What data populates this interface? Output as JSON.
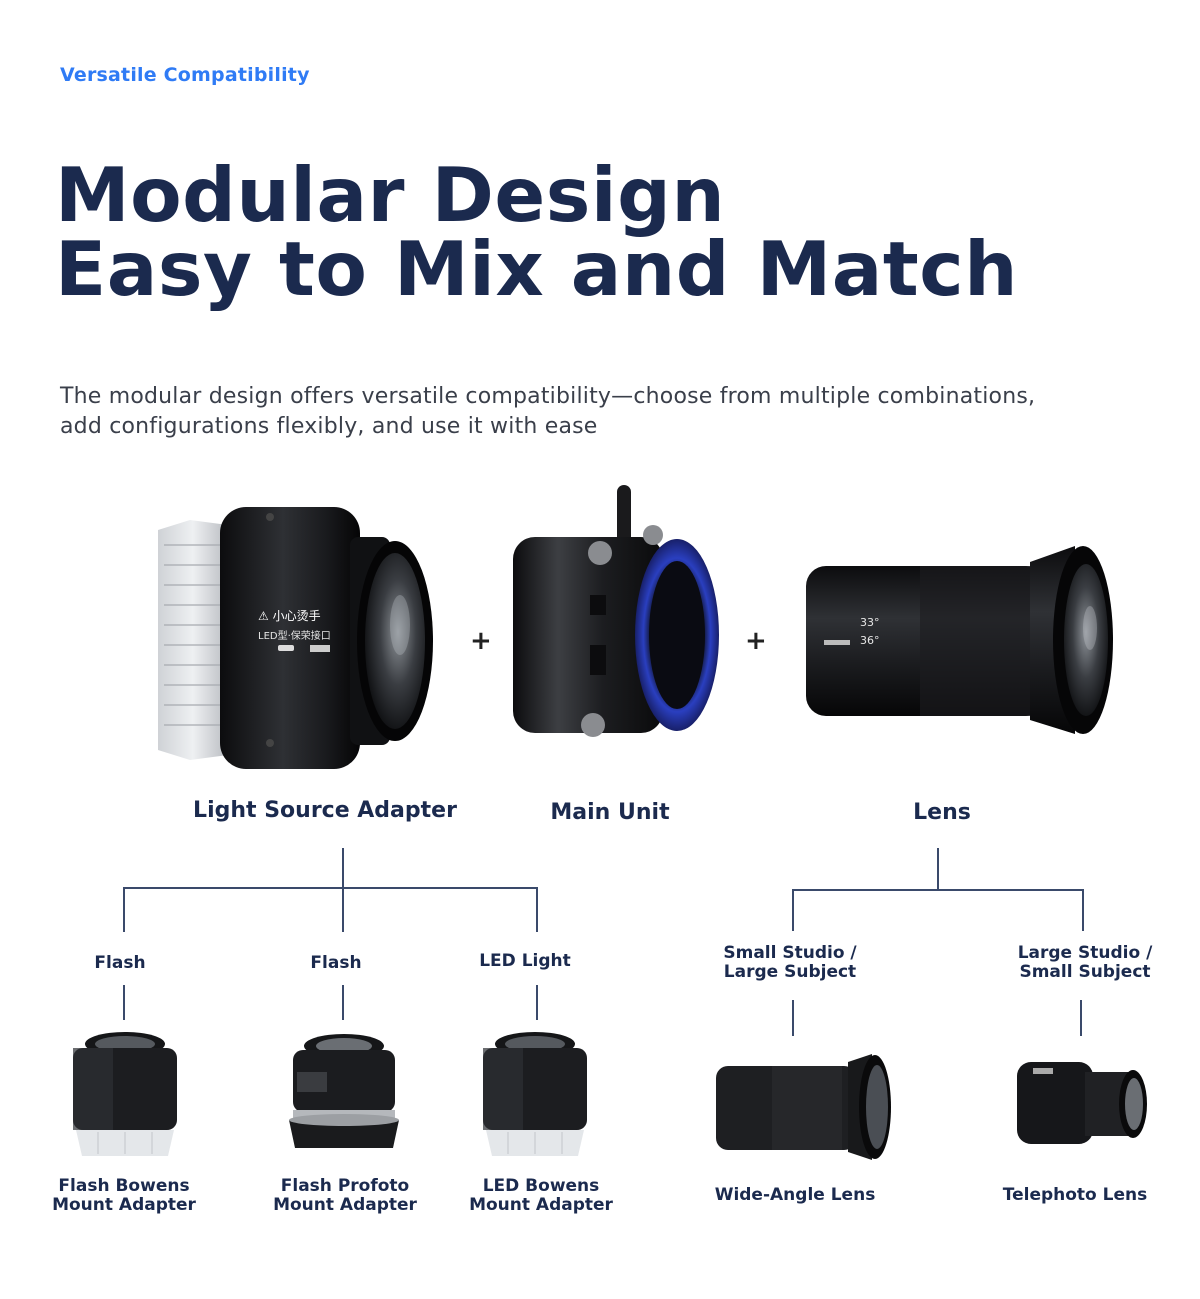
{
  "eyebrow": "Versatile Compatibility",
  "headline": {
    "line1": "Modular Design",
    "line2": "Easy to Mix and Match"
  },
  "subtext": {
    "line1": "The modular design offers versatile compatibility—choose from multiple combinations,",
    "line2": "add configurations flexibly, and use it with ease"
  },
  "products": {
    "adapter_label": "Light Source Adapter",
    "main_label": "Main Unit",
    "lens_label": "Lens",
    "plus": "+",
    "adapter_print": {
      "warning": "⚠ 小心烫手",
      "model": "LED型·保荣接口"
    },
    "lens_print": {
      "a1": "33°",
      "a2": "36°"
    }
  },
  "adapter_branches": [
    {
      "type": "Flash",
      "name_line1": "Flash Bowens",
      "name_line2": "Mount Adapter"
    },
    {
      "type": "Flash",
      "name_line1": "Flash Profoto",
      "name_line2": "Mount Adapter"
    },
    {
      "type": "LED Light",
      "name_line1": "LED Bowens",
      "name_line2": "Mount Adapter"
    }
  ],
  "lens_branches": [
    {
      "type_line1": "Small Studio /",
      "type_line2": "Large Subject",
      "name": "Wide-Angle Lens"
    },
    {
      "type_line1": "Large Studio /",
      "type_line2": "Small Subject",
      "name": "Telephoto Lens"
    }
  ],
  "colors": {
    "accent": "#2f7bf5",
    "heading": "#1b2a4e",
    "ring_blue": "#2a3fc0"
  }
}
